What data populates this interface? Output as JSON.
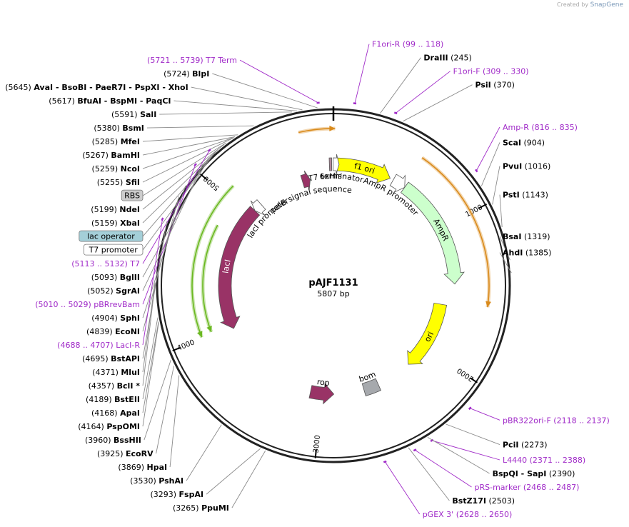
{
  "credit": {
    "prefix": "Created by",
    "brand": "SnapGene"
  },
  "plasmid": {
    "name": "pAJF1131",
    "size_label": "5807 bp",
    "length": 5807
  },
  "ticks": [
    {
      "pos": 1000,
      "label": "1000"
    },
    {
      "pos": 2000,
      "label": "2000"
    },
    {
      "pos": 3000,
      "label": "3000"
    },
    {
      "pos": 4000,
      "label": "4000"
    },
    {
      "pos": 5000,
      "label": "5000"
    }
  ],
  "features": [
    {
      "name": "f1 ori",
      "start": 28,
      "end": 450,
      "dir": 1,
      "color": "#ffff00"
    },
    {
      "name": "AmpR promoter",
      "start": 476,
      "end": 580,
      "dir": 1,
      "color": "#ffffff"
    },
    {
      "name": "AmpR",
      "start": 580,
      "end": 1440,
      "dir": 1,
      "color": "#ccffcc"
    },
    {
      "name": "ori",
      "start": 1610,
      "end": 2200,
      "dir": 1,
      "color": "#ffff00"
    },
    {
      "name": "bom",
      "start": 2510,
      "end": 2640,
      "dir": 0,
      "color": "#a6a9ad"
    },
    {
      "name": "rop",
      "start": 2900,
      "end": 3100,
      "dir": -1,
      "color": "#993366"
    },
    {
      "name": "lacI",
      "start": 3980,
      "end": 5060,
      "dir": -1,
      "color": "#993366"
    },
    {
      "name": "lacI promoter",
      "start": 5060,
      "end": 5135,
      "dir": -1,
      "color": "#ffffff"
    },
    {
      "name": "pelB signal sequence",
      "start": 5540,
      "end": 5608,
      "dir": 1,
      "color": "#993366"
    },
    {
      "name": "6xHis",
      "start": 5776,
      "end": 5794,
      "dir": 0,
      "color": "#b3899b"
    },
    {
      "name": "T7 terminator",
      "start": 5805,
      "end": 5850,
      "dir": 1,
      "color": "#ffffff"
    }
  ],
  "primers": [
    {
      "name": "T7 Term",
      "range": "(5721 .. 5739)",
      "pos": 5730
    },
    {
      "name": "F1ori-R",
      "range": "(99 .. 118)",
      "pos": 108
    },
    {
      "name": "F1ori-F",
      "range": "(309 .. 330)",
      "pos": 320
    },
    {
      "name": "Amp-R",
      "range": "(816 .. 835)",
      "pos": 826
    },
    {
      "name": "pBR322ori-F",
      "range": "(2118 .. 2137)",
      "pos": 2128
    },
    {
      "name": "L4440",
      "range": "(2371 .. 2388)",
      "pos": 2380
    },
    {
      "name": "pRS-marker",
      "range": "(2468 .. 2487)",
      "pos": 2478
    },
    {
      "name": "pGEX 3'",
      "range": "(2628 .. 2650)",
      "pos": 2640
    },
    {
      "name": "T7",
      "range": "(5113 .. 5132)",
      "pos": 5122
    },
    {
      "name": "pBRrevBam",
      "range": "(5010 .. 5029)",
      "pos": 5020
    },
    {
      "name": "LacI-R",
      "range": "(4688 .. 4707)",
      "pos": 4698
    }
  ],
  "sites": [
    {
      "name": "AvaI - BsoBI - PaeR7I - PspXI - XhoI",
      "pos": 5645
    },
    {
      "name": "BlpI",
      "pos": 5724
    },
    {
      "name": "BfuAI - BspMI - PaqCI",
      "pos": 5617
    },
    {
      "name": "SalI",
      "pos": 5591
    },
    {
      "name": "DraIII",
      "pos": 245
    },
    {
      "name": "PsiI",
      "pos": 370
    },
    {
      "name": "BsmI",
      "pos": 5380
    },
    {
      "name": "MfeI",
      "pos": 5285
    },
    {
      "name": "BamHI",
      "pos": 5267
    },
    {
      "name": "NcoI",
      "pos": 5259
    },
    {
      "name": "SfiI",
      "pos": 5255
    },
    {
      "name": "NdeI",
      "pos": 5199
    },
    {
      "name": "XbaI",
      "pos": 5159
    },
    {
      "name": "ScaI",
      "pos": 904
    },
    {
      "name": "PvuI",
      "pos": 1016
    },
    {
      "name": "PstI",
      "pos": 1143
    },
    {
      "name": "BglII",
      "pos": 5093
    },
    {
      "name": "SgrAI",
      "pos": 5052
    },
    {
      "name": "SphI",
      "pos": 4904
    },
    {
      "name": "EcoNI",
      "pos": 4839
    },
    {
      "name": "BstAPI",
      "pos": 4695
    },
    {
      "name": "BsaI",
      "pos": 1319
    },
    {
      "name": "AhdI",
      "pos": 1385
    },
    {
      "name": "MluI",
      "pos": 4371
    },
    {
      "name": "BclI *",
      "pos": 4357
    },
    {
      "name": "BstEII",
      "pos": 4189
    },
    {
      "name": "ApaI",
      "pos": 4168
    },
    {
      "name": "PspOMI",
      "pos": 4164
    },
    {
      "name": "BssHII",
      "pos": 3960
    },
    {
      "name": "EcoRV",
      "pos": 3925
    },
    {
      "name": "HpaI",
      "pos": 3869
    },
    {
      "name": "PshAI",
      "pos": 3530
    },
    {
      "name": "FspAI",
      "pos": 3293
    },
    {
      "name": "PpuMI",
      "pos": 3265
    },
    {
      "name": "PciI",
      "pos": 2273
    },
    {
      "name": "BspQI - SapI",
      "pos": 2390
    },
    {
      "name": "BstZ17I",
      "pos": 2503
    }
  ],
  "boxed_labels": [
    {
      "name": "RBS",
      "pos": 5212,
      "fill": "#cccccc"
    },
    {
      "name": "lac operator",
      "pos": 5150,
      "fill": "#a4cfd8"
    },
    {
      "name": "T7 promoter",
      "pos": 5140,
      "fill": "#ffffff"
    }
  ],
  "colors": {
    "backbone": "#222222",
    "site_line": "#8a8a8a",
    "primer": "#a02ac8",
    "orange_arc": "#d98a1b",
    "green_arc": "#6ab820"
  }
}
